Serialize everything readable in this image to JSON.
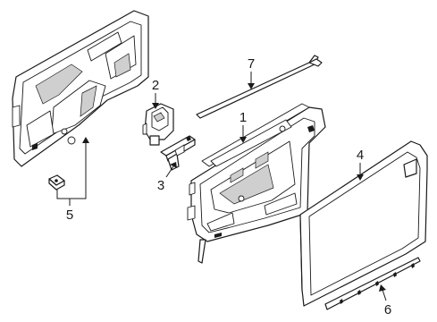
{
  "diagram": {
    "callouts": [
      {
        "id": "1",
        "label": "1"
      },
      {
        "id": "2",
        "label": "2"
      },
      {
        "id": "3",
        "label": "3"
      },
      {
        "id": "4",
        "label": "4"
      },
      {
        "id": "5",
        "label": "5"
      },
      {
        "id": "6",
        "label": "6"
      },
      {
        "id": "7",
        "label": "7"
      }
    ],
    "colors": {
      "line": "#1a1a1a",
      "background": "#ffffff",
      "shading": "#cfcfcf"
    }
  }
}
